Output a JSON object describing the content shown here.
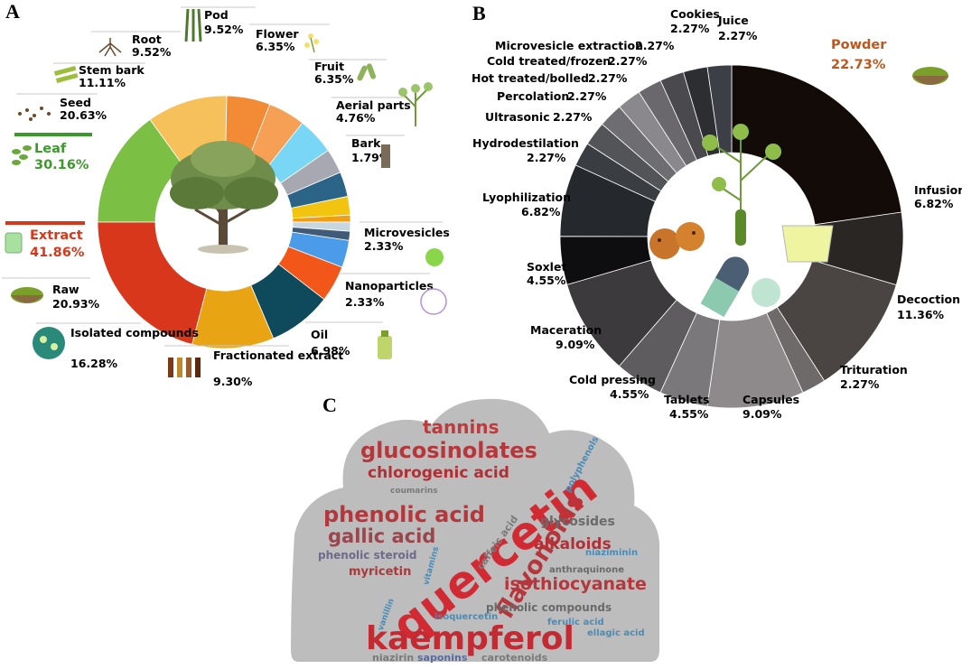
{
  "panels": {
    "a": "A",
    "b": "B",
    "c": "C"
  },
  "chart_data": [
    {
      "type": "pie",
      "panel": "A",
      "group": "plant part",
      "slices": [
        {
          "label": "Leaf",
          "pct": "30.16%",
          "value": 30.16,
          "color": "#7bbf44"
        },
        {
          "label": "Seed",
          "pct": "20.63%",
          "value": 20.63,
          "color": "#f6c15a"
        },
        {
          "label": "Stem bark",
          "pct": "11.11%",
          "value": 11.11,
          "color": "#f28a36"
        },
        {
          "label": "Root",
          "pct": "9.52%",
          "value": 9.52,
          "color": "#ffffff"
        },
        {
          "label": "Pod",
          "pct": "9.52%",
          "value": 9.52,
          "color": "#79d6f5"
        },
        {
          "label": "Flower",
          "pct": "6.35%",
          "value": 6.35,
          "color": "#a8a8b3"
        },
        {
          "label": "Fruit",
          "pct": "6.35%",
          "value": 6.35,
          "color": "#2c6488"
        },
        {
          "label": "Aerial parts",
          "pct": "4.76%",
          "value": 4.76,
          "color": "#f2c40f"
        },
        {
          "label": "Bark",
          "pct": "1.79%",
          "value": 1.79,
          "color": "#f09f14"
        }
      ]
    },
    {
      "type": "pie",
      "panel": "A",
      "group": "material type",
      "slices": [
        {
          "label": "Extract",
          "pct": "41.86%",
          "value": 41.86,
          "color": "#d9371b"
        },
        {
          "label": "Raw",
          "pct": "20.93%",
          "value": 20.93,
          "color": "#e8a413"
        },
        {
          "label": "Isolated compounds",
          "pct": "16.28%",
          "value": 16.28,
          "color": "#0e4a5c"
        },
        {
          "label": "Fractionated extract",
          "pct": "9.30%",
          "value": 9.3,
          "color": "#f25619"
        },
        {
          "label": "Oil",
          "pct": "6.98%",
          "value": 6.98,
          "color": "#4a9be8"
        },
        {
          "label": "Nanoparticles",
          "pct": "2.33%",
          "value": 2.33,
          "color": "#405a78"
        },
        {
          "label": "Microvesicles",
          "pct": "2.33%",
          "value": 2.33,
          "color": "#c8d6e0"
        }
      ]
    },
    {
      "type": "pie",
      "panel": "B",
      "group": "preparation",
      "slices": [
        {
          "label": "Powder",
          "pct": "22.73%",
          "value": 22.73
        },
        {
          "label": "Infusion",
          "pct": "6.82%",
          "value": 6.82
        },
        {
          "label": "Decoction",
          "pct": "11.36%",
          "value": 11.36
        },
        {
          "label": "Trituration",
          "pct": "2.27%",
          "value": 2.27
        },
        {
          "label": "Capsules",
          "pct": "9.09%",
          "value": 9.09
        },
        {
          "label": "Tablets",
          "pct": "4.55%",
          "value": 4.55
        },
        {
          "label": "Cold pressing",
          "pct": "4.55%",
          "value": 4.55
        },
        {
          "label": "Maceration",
          "pct": "9.09%",
          "value": 9.09
        },
        {
          "label": "Soxlet",
          "pct": "4.55%",
          "value": 4.55
        },
        {
          "label": "Lyophilization",
          "pct": "6.82%",
          "value": 6.82
        },
        {
          "label": "Hydrodestilation",
          "pct": "2.27%",
          "value": 2.27
        },
        {
          "label": "Ultrasonic",
          "pct": "2.27%",
          "value": 2.27
        },
        {
          "label": "Percolation",
          "pct": "2.27%",
          "value": 2.27
        },
        {
          "label": "Hot treated/bolled",
          "pct": "2.27%",
          "value": 2.27
        },
        {
          "label": "Cold treated/frozen",
          "pct": "2.27%",
          "value": 2.27
        },
        {
          "label": "Microvesicle extraction",
          "pct": "2.27%",
          "value": 2.27
        },
        {
          "label": "Cookies",
          "pct": "2.27%",
          "value": 2.27
        },
        {
          "label": "Juice",
          "pct": "2.27%",
          "value": 2.27
        }
      ]
    }
  ],
  "wordcloud": [
    {
      "text": "tannins",
      "size": 20,
      "color": "#bf3a3c"
    },
    {
      "text": "glucosinolates",
      "size": 24,
      "color": "#b5373c"
    },
    {
      "text": "chlorogenic acid",
      "size": 17,
      "color": "#b03036"
    },
    {
      "text": "phenolic acid",
      "size": 24,
      "color": "#b5373c"
    },
    {
      "text": "gallic acid",
      "size": 21,
      "color": "#9c454a"
    },
    {
      "text": "phenolic steroid",
      "size": 12,
      "color": "#6e6a8c"
    },
    {
      "text": "myricetin",
      "size": 13,
      "color": "#a73a3c"
    },
    {
      "text": "quercetin",
      "size": 50,
      "color": "#d22a33"
    },
    {
      "text": "flavonoids",
      "size": 27,
      "color": "#b5373c"
    },
    {
      "text": "glycosides",
      "size": 14,
      "color": "#6a6a6a"
    },
    {
      "text": "alkaloids",
      "size": 17,
      "color": "#b03036"
    },
    {
      "text": "isothiocyanate",
      "size": 19,
      "color": "#b5373c"
    },
    {
      "text": "niaziminin",
      "size": 10,
      "color": "#4a8cb8"
    },
    {
      "text": "anthraquinone",
      "size": 10,
      "color": "#6a6a6a"
    },
    {
      "text": "caffeic acid",
      "size": 11,
      "color": "#7a7a7a"
    },
    {
      "text": "phenolic compounds",
      "size": 12,
      "color": "#6a6a6a"
    },
    {
      "text": "ferulic acid",
      "size": 10,
      "color": "#4a8cb8"
    },
    {
      "text": "kaempferol",
      "size": 36,
      "color": "#c42a32"
    },
    {
      "text": "ellagic acid",
      "size": 10,
      "color": "#4a8cb8"
    },
    {
      "text": "isoquercetin",
      "size": 10,
      "color": "#4a8cb8"
    },
    {
      "text": "niazirin",
      "size": 11,
      "color": "#7a7a7a"
    },
    {
      "text": "saponins",
      "size": 11,
      "color": "#5a6aa0"
    },
    {
      "text": "carotenoids",
      "size": 11,
      "color": "#7a7a7a"
    },
    {
      "text": "coumarins",
      "size": 9,
      "color": "#7a7a7a"
    },
    {
      "text": "polyphenols",
      "size": 10,
      "color": "#4a8cb8"
    },
    {
      "text": "vanillin",
      "size": 9,
      "color": "#4a8cb8"
    },
    {
      "text": "vitamins",
      "size": 9,
      "color": "#4a8cb8"
    }
  ]
}
